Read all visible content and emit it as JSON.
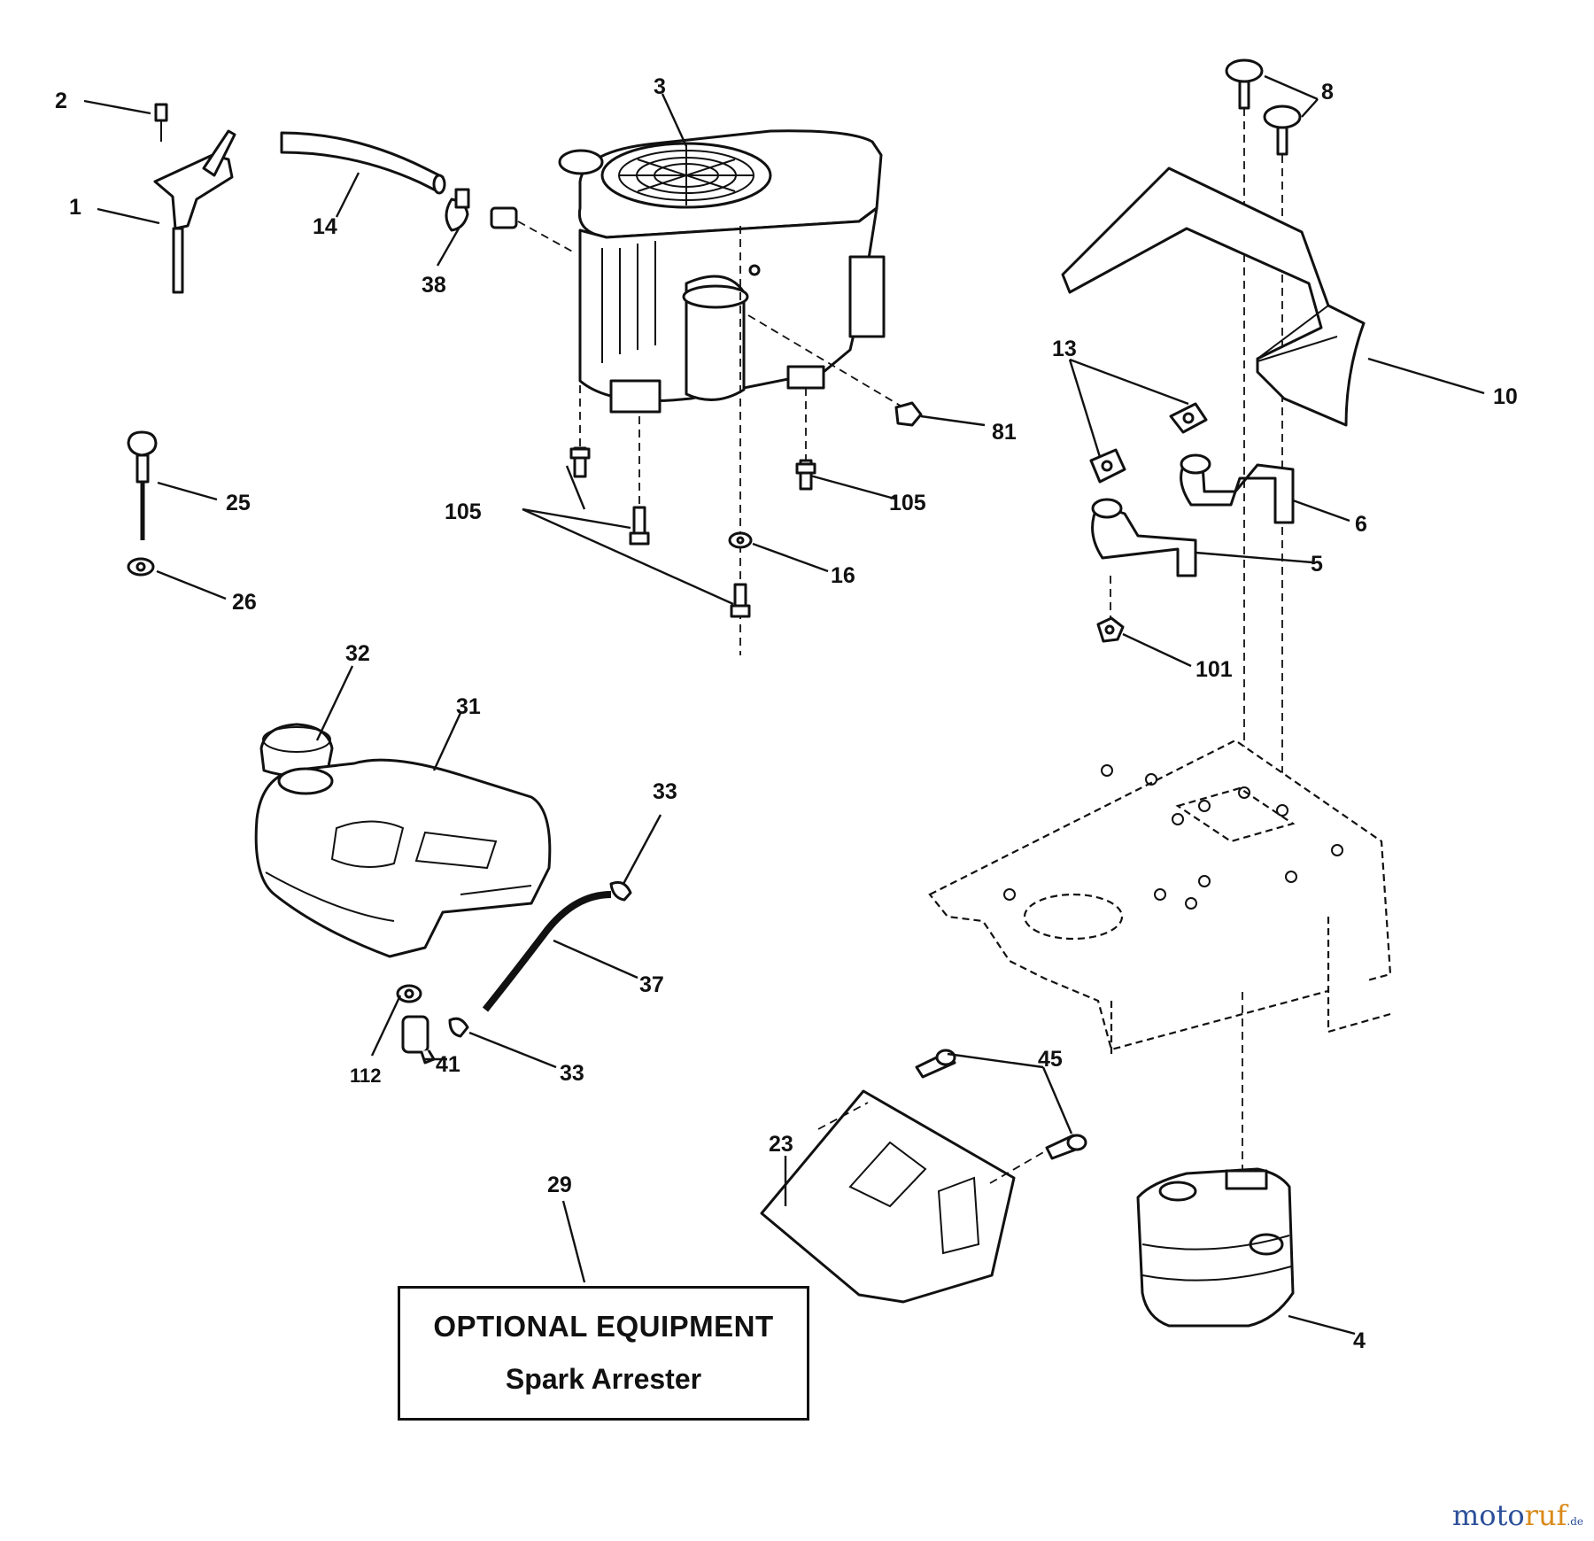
{
  "diagram": {
    "part_numbers": {
      "p1": "1",
      "p2": "2",
      "p3": "3",
      "p4": "4",
      "p5": "5",
      "p6": "6",
      "p8": "8",
      "p10": "10",
      "p13": "13",
      "p14": "14",
      "p16": "16",
      "p23": "23",
      "p25": "25",
      "p26": "26",
      "p29": "29",
      "p31": "31",
      "p32": "32",
      "p33a": "33",
      "p33b": "33",
      "p37": "37",
      "p38": "38",
      "p41": "41",
      "p45": "45",
      "p81": "81",
      "p101": "101",
      "p105a": "105",
      "p105b": "105",
      "p112": "112"
    },
    "optional_box": {
      "title": "OPTIONAL EQUIPMENT",
      "item": "Spark Arrester"
    }
  },
  "watermark": {
    "brand": "moto",
    "brand_accent": "ruf",
    "tld": ".de"
  }
}
